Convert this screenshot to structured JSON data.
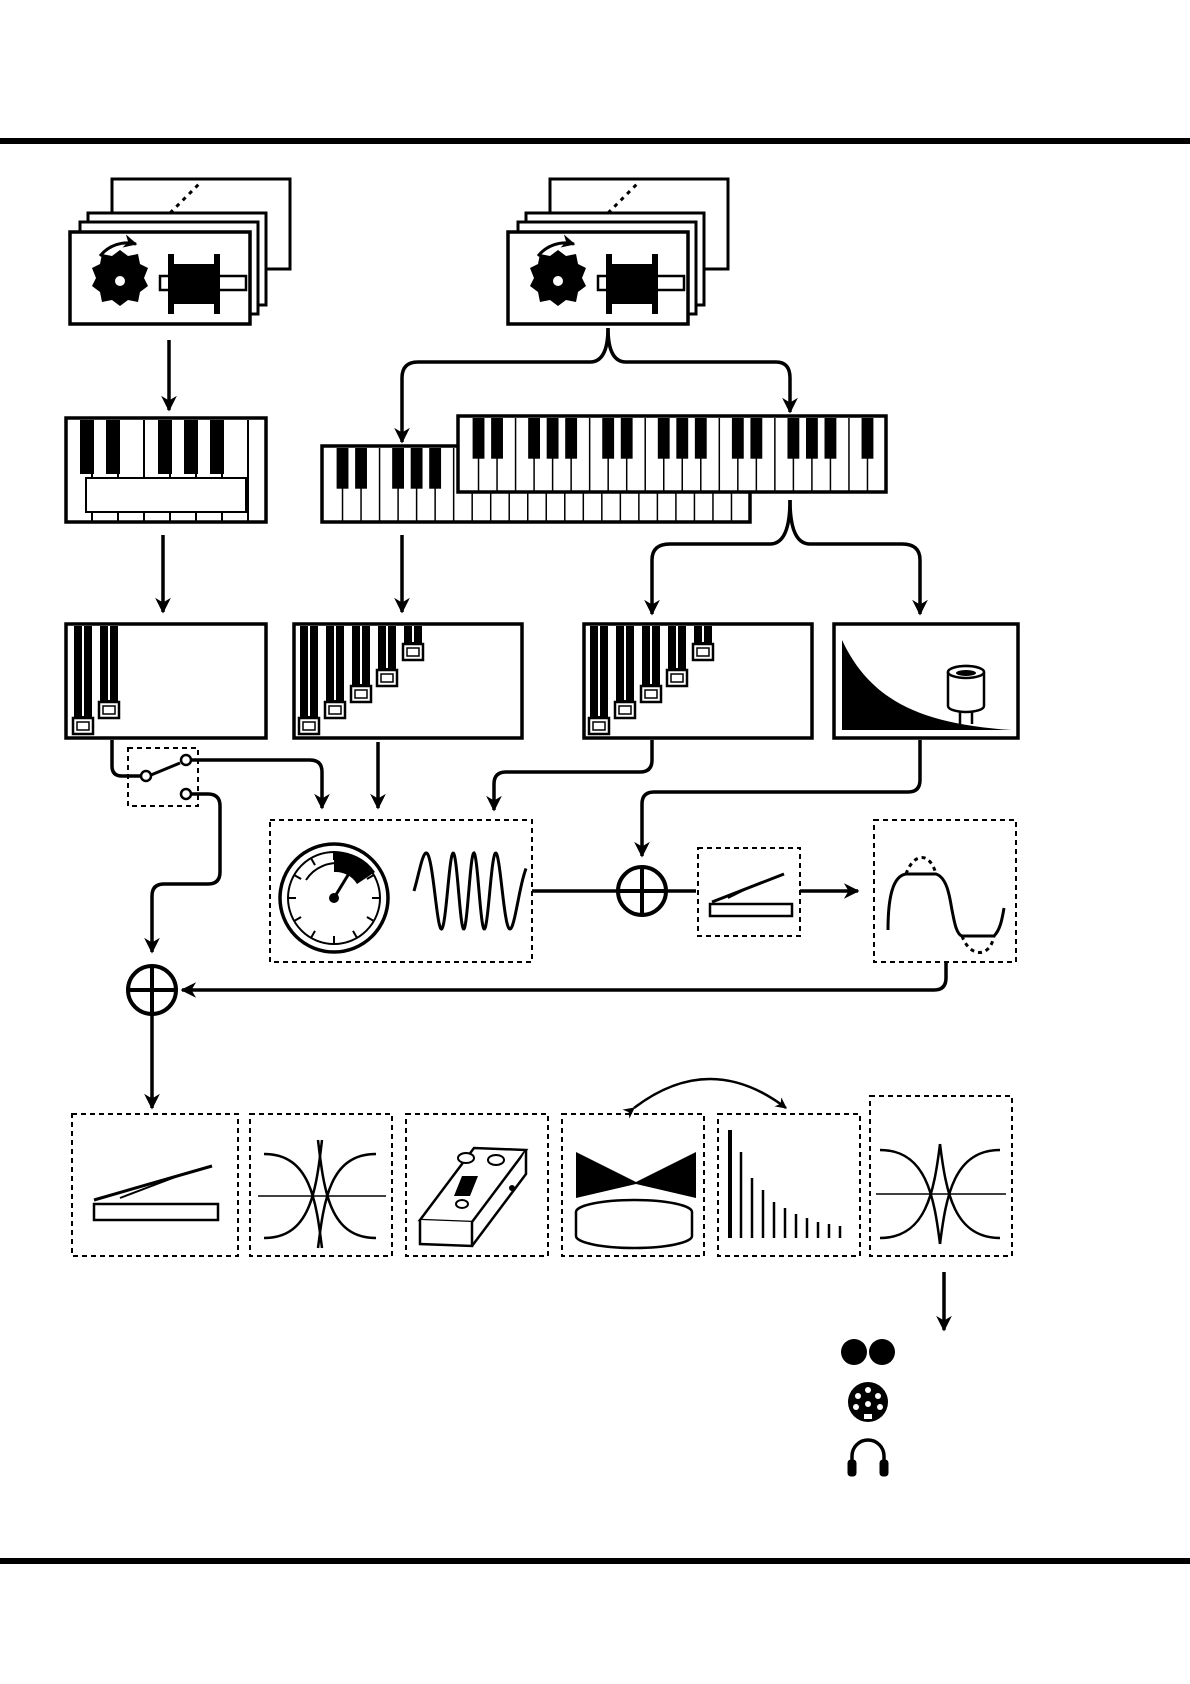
{
  "colors": {
    "ink": "#000000",
    "paper": "#ffffff"
  },
  "blocks": {
    "tonewheel_generators": [
      "tonewheel-generator-set-1",
      "tonewheel-generator-set-2"
    ],
    "keyboards": [
      "pedalboard",
      "lower-manual",
      "upper-manual"
    ],
    "drawbar_sets": [
      "pedal-drawbars",
      "lower-drawbars",
      "upper-drawbars"
    ],
    "percussion": "percussion-decay",
    "modulation": [
      "vibrato-chorus-scanner",
      "vibrato-waveform"
    ],
    "drive": [
      "expression-pedal",
      "overdrive-clipping"
    ],
    "effects_chain": [
      "expression-pedal",
      "equalizer",
      "effects-pedal",
      "rotary-speaker",
      "reverb",
      "output-equalizer"
    ]
  },
  "icons": [
    "tonewheel-icon",
    "pickup-coil-icon",
    "capacitor-icon",
    "rotary-speaker-icon",
    "line-out-icon",
    "midi-port-icon",
    "headphones-icon"
  ]
}
